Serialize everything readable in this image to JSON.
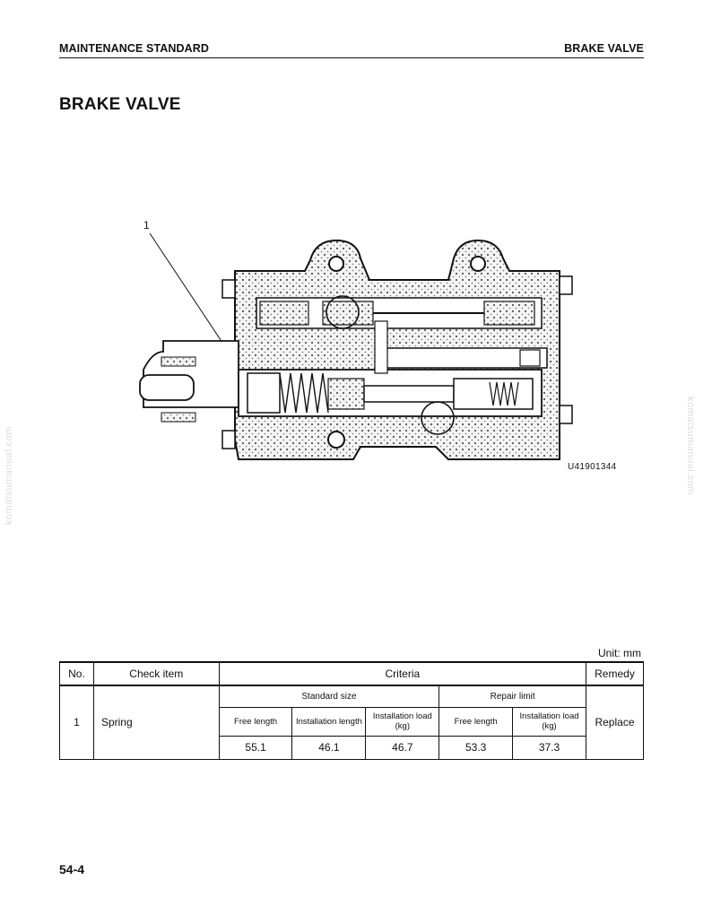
{
  "header": {
    "left": "MAINTENANCE STANDARD",
    "right": "BRAKE VALVE"
  },
  "title": "BRAKE VALVE",
  "figure": {
    "callout": "1",
    "code": "U41901344"
  },
  "watermark": "komatsumanual.com",
  "table": {
    "unit": "Unit: mm",
    "headers": {
      "no": "No.",
      "check_item": "Check item",
      "criteria": "Criteria",
      "remedy": "Remedy"
    },
    "groups": {
      "standard": "Standard size",
      "repair": "Repair limit"
    },
    "subheaders": {
      "free_length": "Free length",
      "installation_length": "Installation length",
      "installation_load": "Installation load (kg)",
      "repair_free_length": "Free length",
      "repair_installation_load": "Installation load (kg)"
    },
    "row": {
      "no": "1",
      "item": "Spring",
      "values": [
        "55.1",
        "46.1",
        "46.7",
        "53.3",
        "37.3"
      ],
      "remedy": "Replace"
    }
  },
  "page_number": "54-4"
}
